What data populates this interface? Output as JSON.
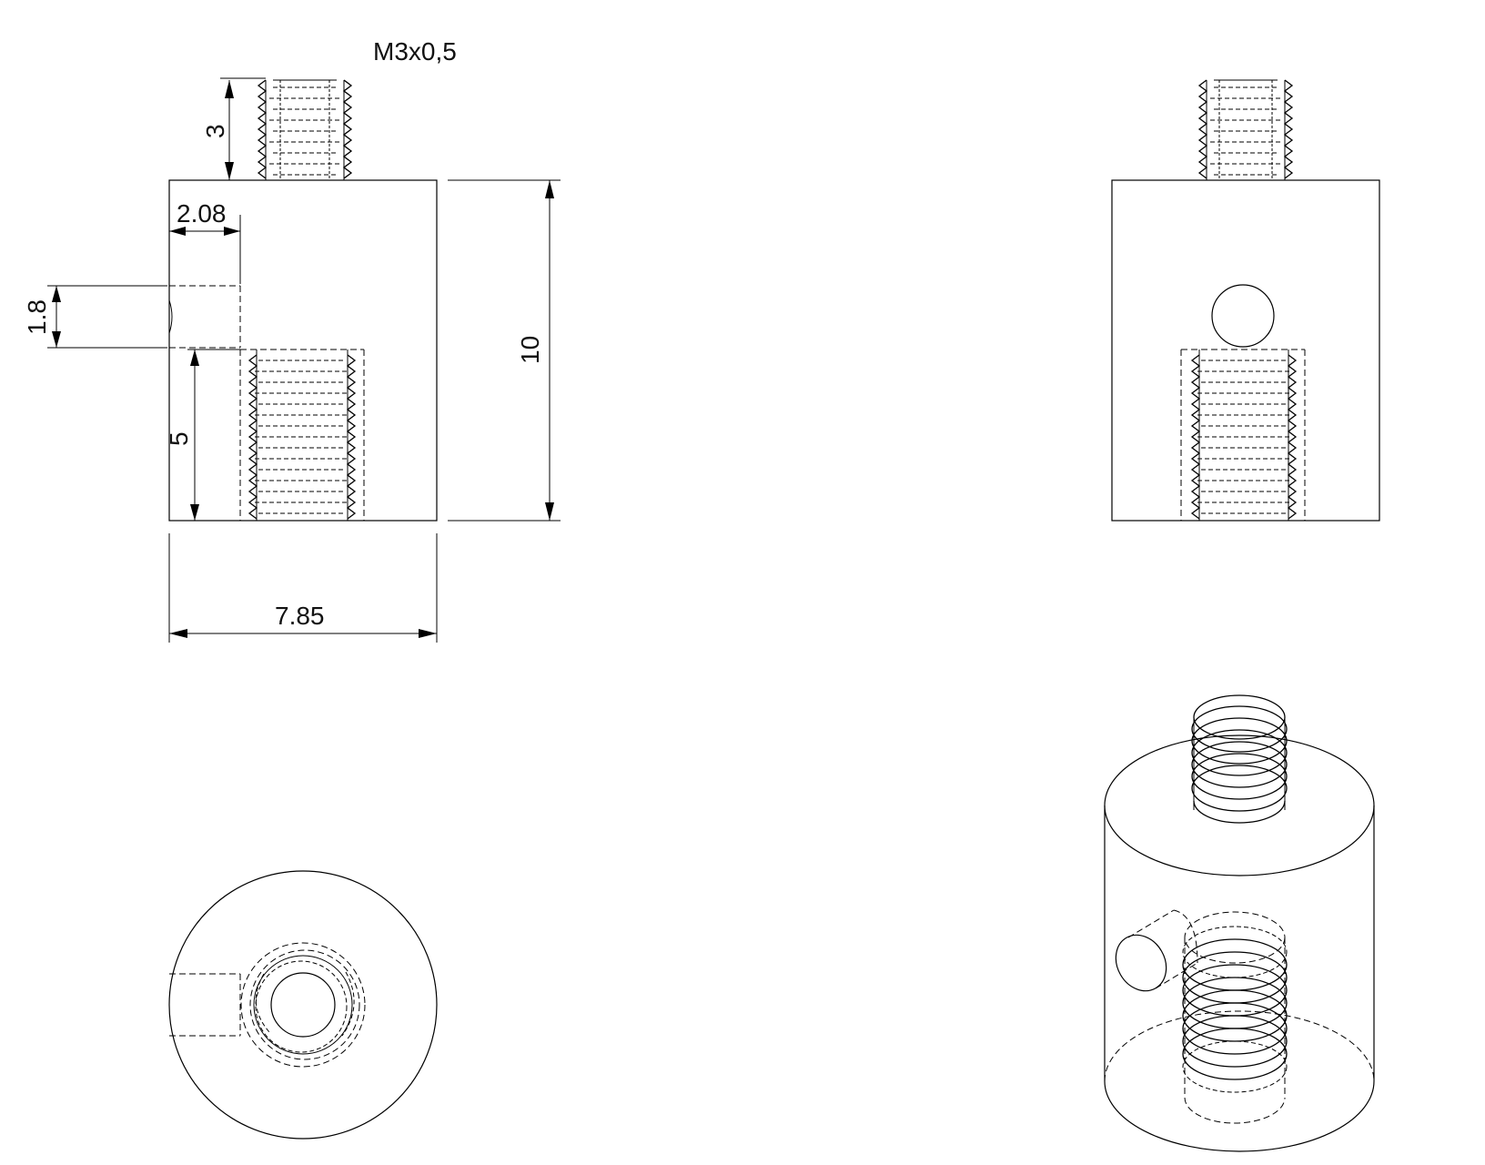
{
  "drawing": {
    "thread_callout": "M3x0,5",
    "dimensions": {
      "thread_length": "3",
      "hole_depth_offset": "2.08",
      "hole_diameter": "1.8",
      "tapped_depth": "5",
      "height": "10",
      "diameter": "7.85"
    },
    "views": [
      "front-view",
      "side-view",
      "bottom-view",
      "isometric-view"
    ]
  }
}
